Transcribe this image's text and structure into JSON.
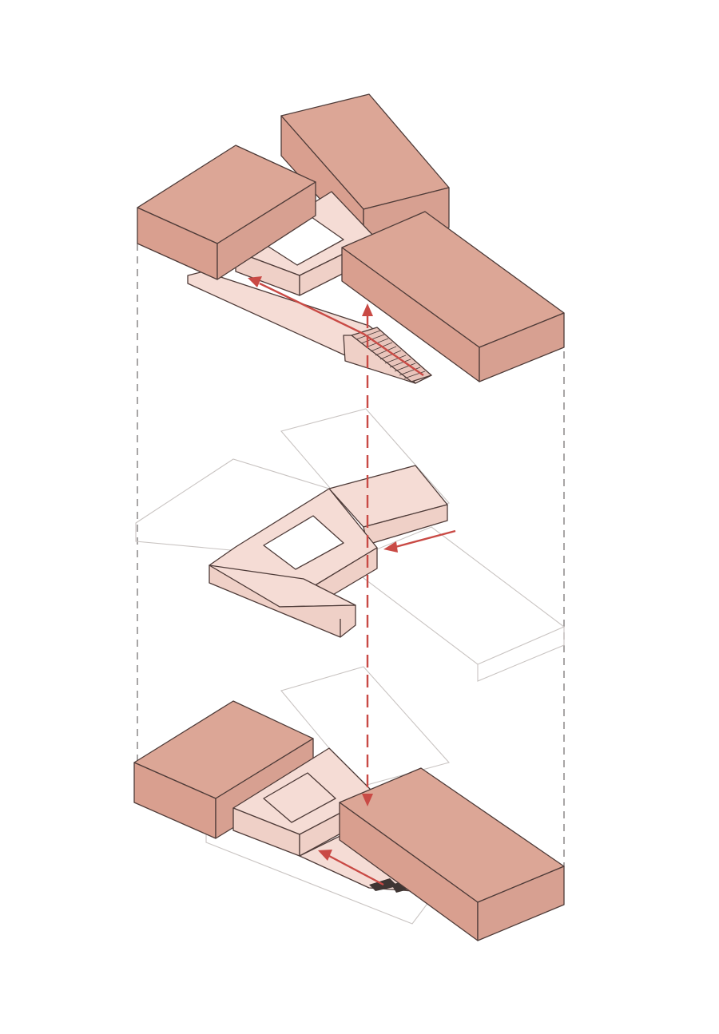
{
  "diagram": {
    "kind": "exploded axonometric",
    "levels": [
      {
        "id": "upper",
        "elements": [
          "block-left",
          "block-back",
          "block-right",
          "courtyard-volume",
          "ramp-with-stair"
        ]
      },
      {
        "id": "middle",
        "elements": [
          "ghost-slab-back",
          "ghost-slab-left",
          "ghost-slab-right",
          "courtyard-volume",
          "wing"
        ]
      },
      {
        "id": "lower",
        "elements": [
          "block-left",
          "ghost-slab-back",
          "block-right",
          "courtyard-volume",
          "ramp-with-crosswalk"
        ]
      }
    ],
    "flows": [
      "upper-ramp-ascent",
      "vertical-connection",
      "middle-side-entry",
      "lower-ramp-entry"
    ]
  },
  "colors": {
    "block_top": "#dca696",
    "block_side": "#d7a091",
    "block_front": "#d99f8f",
    "pale": "#f5dcd5",
    "pale_side": "#efd0c7",
    "edge": "#4e3b38",
    "ghost": "#c9c4c2",
    "dash": "#7a7575",
    "arrow": "#c94a45"
  }
}
